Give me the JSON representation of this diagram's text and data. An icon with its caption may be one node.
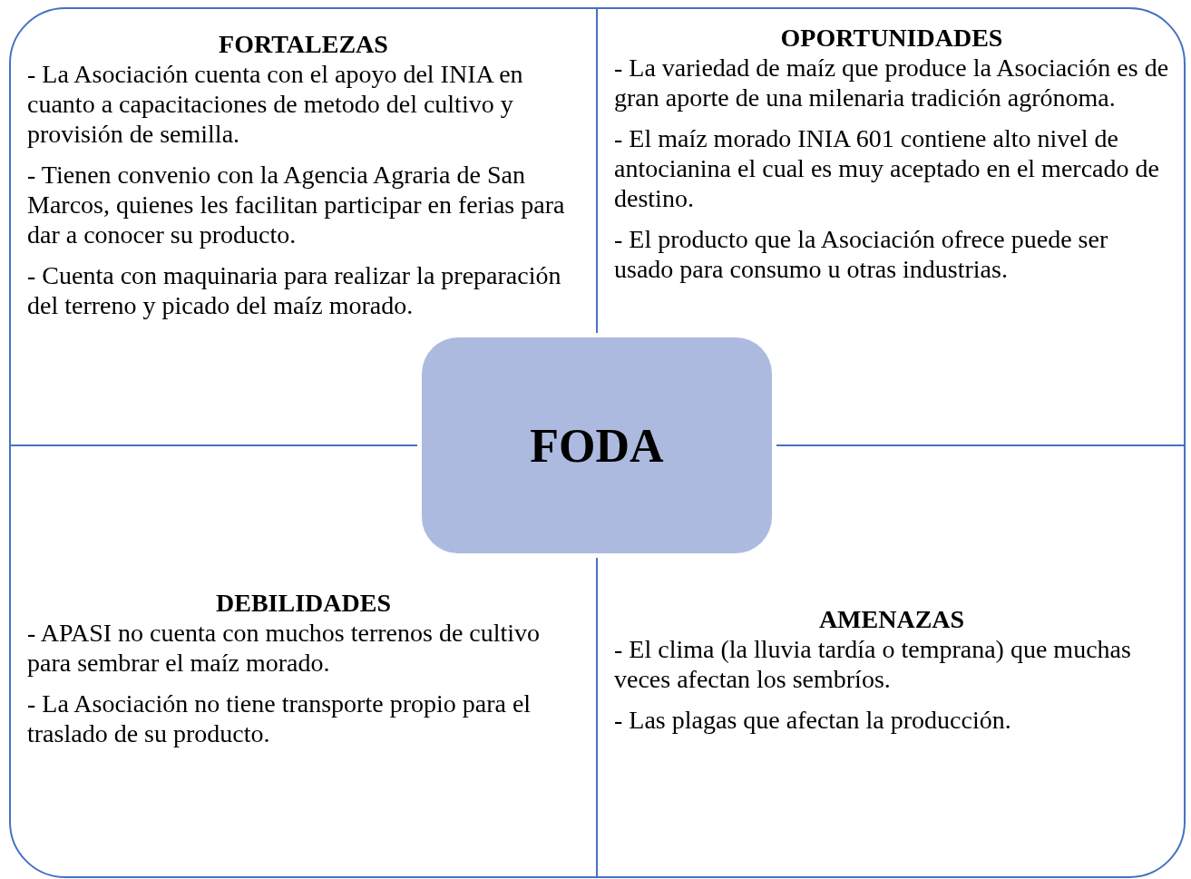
{
  "diagram": {
    "nodes": [
      {
        "text": [
          "FORTALEZAS",
          "- La Asociación cuenta con el apoyo del INIA en cuanto a capacitaciones de metodo del cultivo y provisión de semilla.",
          "- Tienen convenio con la Agencia Agraria de San Marcos, quienes les facilitan participar en ferias para dar a conocer su producto.",
          "- Cuenta con maquinaria para realizar la preparación del terreno y picado del maíz morado."
        ]
      },
      {
        "text": [
          "OPORTUNIDADES",
          "-  La variedad de maíz que produce la Asociación es  de gran aporte de una milenaria tradición agrónoma.",
          "- El maíz morado INIA 601 contiene alto nivel de antocianina el cual es muy aceptado en el mercado de destino.",
          "- El producto que la Asociación ofrece puede ser usado para consumo u otras industrias."
        ]
      },
      {
        "text": [
          "FODA"
        ]
      },
      {
        "text": [
          "DEBILIDADES",
          "- APASI no cuenta con muchos terrenos de cultivo para sembrar el maíz morado.",
          "- La Asociación no tiene transporte propio para el traslado de su producto."
        ]
      },
      {
        "text": [
          "AMENAZAS",
          "- El clima (la lluvia tardía o temprana) que muchas veces afectan los sembríos.",
          "- Las plagas que afectan la producción."
        ]
      }
    ]
  }
}
